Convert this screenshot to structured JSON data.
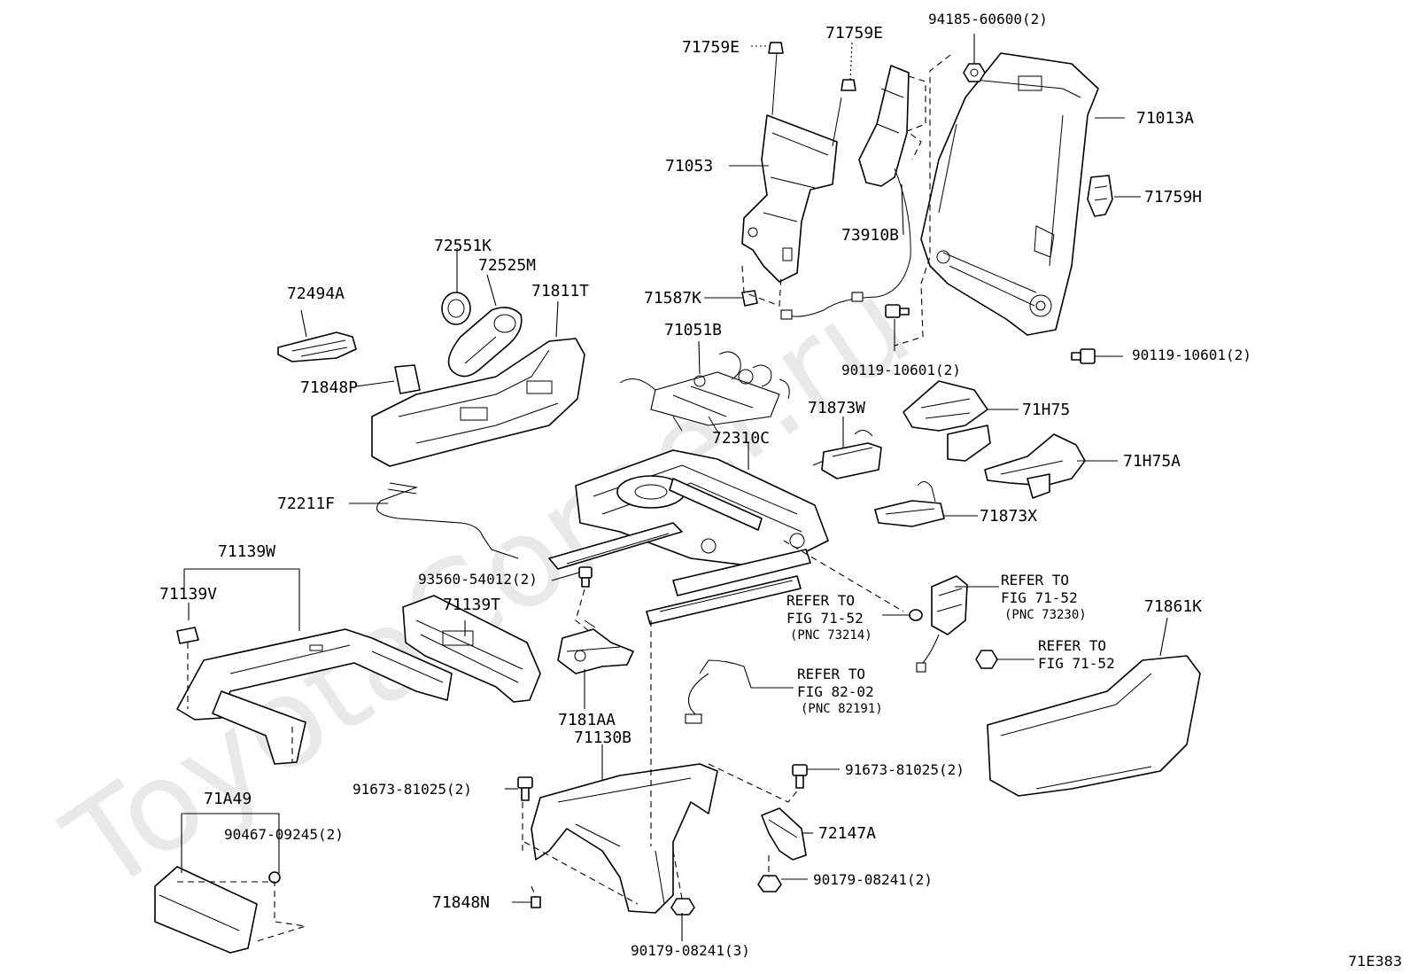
{
  "watermark": "ToyotaCorner.ru",
  "figure_code": "71E383",
  "labels": {
    "p71759E_a": "71759E",
    "p71759E_b": "71759E",
    "p94185": "94185-60600(2)",
    "p71013A": "71013A",
    "p71053": "71053",
    "p71759H": "71759H",
    "p73910B": "73910B",
    "p72551K": "72551K",
    "p72525M": "72525M",
    "p71811T": "71811T",
    "p72494A": "72494A",
    "p71587K": "71587K",
    "p71051B": "71051B",
    "p90119_a": "90119-10601(2)",
    "p90119_b": "90119-10601(2)",
    "p71848P": "71848P",
    "p71873W": "71873W",
    "p71H75": "71H75",
    "p72310C": "72310C",
    "p71H75A": "71H75A",
    "p72211F": "72211F",
    "p71873X": "71873X",
    "p71139W": "71139W",
    "p93560": "93560-54012(2)",
    "p71139V": "71139V",
    "p71139T": "71139T",
    "p71861K": "71861K",
    "p7181AA": "7181AA",
    "p71130B": "71130B",
    "p91673_a": "91673-81025(2)",
    "p91673_b": "91673-81025(2)",
    "p72147A": "72147A",
    "p71A49": "71A49",
    "p90467": "90467-09245(2)",
    "p90179_a": "90179-08241(2)",
    "p71848N": "71848N",
    "p90179_b": "90179-08241(3)"
  },
  "references": {
    "r1_line1": "REFER TO",
    "r1_line2": "FIG 71-52",
    "r1_pnc": "(PNC 73230)",
    "r2_line1": "REFER TO",
    "r2_line2": "FIG 71-52",
    "r2_pnc": "(PNC 73214)",
    "r3_line1": "REFER TO",
    "r3_line2": "FIG 71-52",
    "r4_line1": "REFER TO",
    "r4_line2": "FIG 82-02",
    "r4_pnc": "(PNC 82191)"
  }
}
